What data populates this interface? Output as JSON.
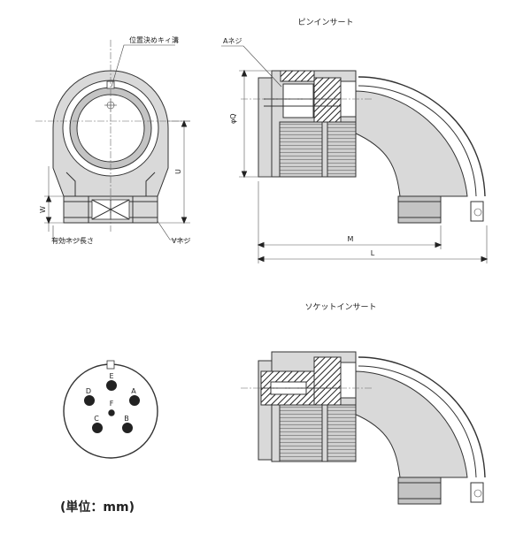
{
  "labels": {
    "pin_insert_title": "ピンインサート",
    "socket_insert_title": "ソケットインサート",
    "key_groove": "位置決めキィ溝",
    "a_thread": "Aネジ",
    "v_thread": "Vネジ",
    "effective_thread": "有効ネジ長さ",
    "dim_q": "φQ",
    "dim_u": "U",
    "dim_w": "W",
    "dim_m": "M",
    "dim_l": "L",
    "unit": "(単位：mm)"
  },
  "pins": [
    {
      "id": "A",
      "label": "A"
    },
    {
      "id": "B",
      "label": "B"
    },
    {
      "id": "C",
      "label": "C"
    },
    {
      "id": "D",
      "label": "D"
    },
    {
      "id": "E",
      "label": "E"
    },
    {
      "id": "F",
      "label": "F"
    }
  ]
}
